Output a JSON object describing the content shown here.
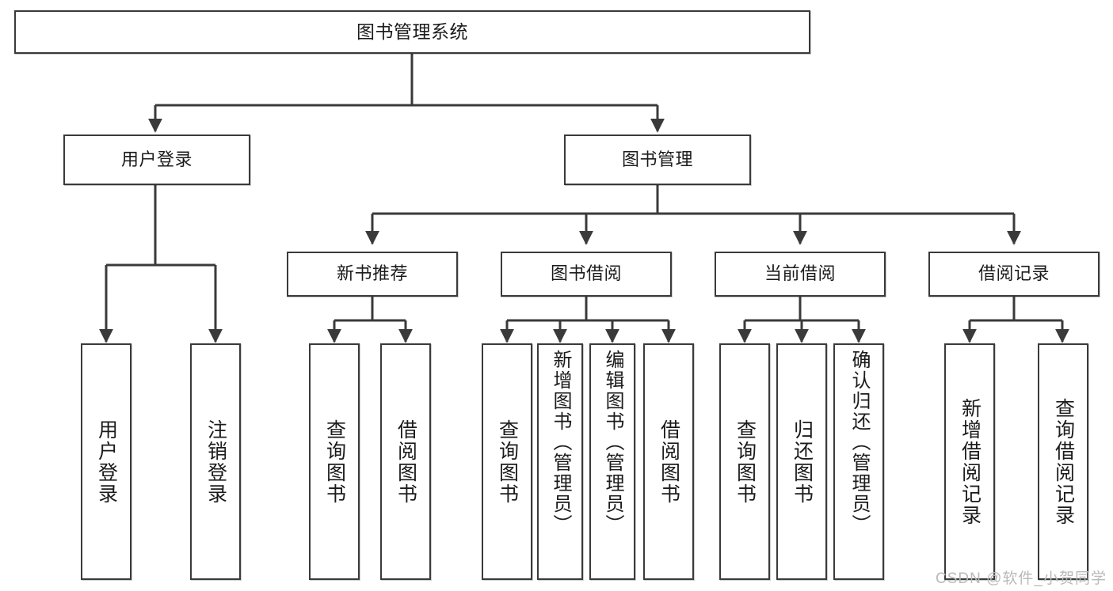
{
  "diagram": {
    "title": "图书管理系统",
    "type": "tree-hierarchy-chart",
    "style": {
      "box_fill": "#ffffff",
      "box_stroke": "#3a3a3a",
      "line_color": "#3a3a3a",
      "text_color": "#1b1b1b",
      "background": "#ffffff"
    },
    "nodes": {
      "root": {
        "label": "图书管理系统"
      },
      "level2": [
        {
          "id": "user_login",
          "label": "用户登录"
        },
        {
          "id": "book_manage",
          "label": "图书管理"
        }
      ],
      "level3": [
        {
          "id": "new_book_rec",
          "label": "新书推荐"
        },
        {
          "id": "book_borrow",
          "label": "图书借阅"
        },
        {
          "id": "current_borrow",
          "label": "当前借阅"
        },
        {
          "id": "borrow_record",
          "label": "借阅记录"
        }
      ],
      "leaves": [
        {
          "id": "leaf_user_login",
          "label": "用户登录",
          "parent": "user_login"
        },
        {
          "id": "leaf_logout",
          "label": "注销登录",
          "parent": "user_login"
        },
        {
          "id": "leaf_query_book_1",
          "label": "查询图书",
          "parent": "new_book_rec"
        },
        {
          "id": "leaf_borrow_book_1",
          "label": "借阅图书",
          "parent": "new_book_rec"
        },
        {
          "id": "leaf_query_book_2",
          "label": "查询图书",
          "parent": "book_borrow"
        },
        {
          "id": "leaf_add_book",
          "label": "新增图书（管理员）",
          "parent": "book_borrow"
        },
        {
          "id": "leaf_edit_book",
          "label": "编辑图书（管理员）",
          "parent": "book_borrow"
        },
        {
          "id": "leaf_borrow_book_2",
          "label": "借阅图书",
          "parent": "book_borrow"
        },
        {
          "id": "leaf_query_book_3",
          "label": "查询图书",
          "parent": "current_borrow"
        },
        {
          "id": "leaf_return_book",
          "label": "归还图书",
          "parent": "current_borrow"
        },
        {
          "id": "leaf_confirm_return",
          "label": "确认归还（管理员）",
          "parent": "current_borrow"
        },
        {
          "id": "leaf_add_record",
          "label": "新增借阅记录",
          "parent": "borrow_record"
        },
        {
          "id": "leaf_query_record",
          "label": "查询借阅记录",
          "parent": "borrow_record"
        }
      ]
    }
  },
  "watermark": {
    "text": "CSDN @软件_小贺同学"
  }
}
